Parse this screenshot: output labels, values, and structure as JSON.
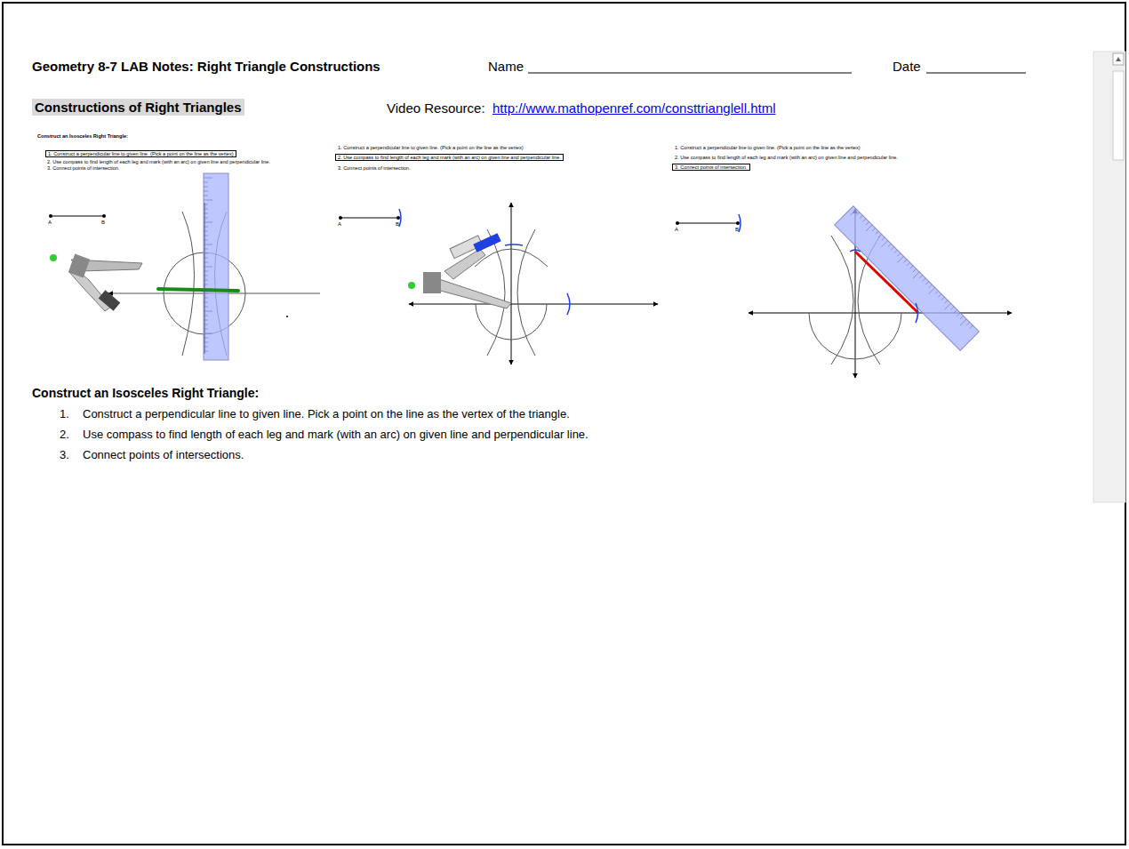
{
  "diagram": {
    "title": "Geometry 8-7 LAB Notes: Right Triangle Constructions",
    "nodes": [
      {
        "text": [
          "Constructions of Right Triangles"
        ]
      },
      {
        "text": [
          "1.  Construct a perpendicular line to given line.  (Pick a point on the line as the vertex)"
        ]
      },
      {
        "text": [
          "2.  Use compass to find length of each leg and mark (with an arc) on given line and perpendicular line."
        ]
      },
      {
        "text": [
          "3.  Connect points of intersection."
        ]
      }
    ],
    "labels": [
      "Name",
      "Date",
      "Video Resource:",
      "http://www.mathopenref.com/consttrianglell.html",
      "Construct an Isosceles Right Triangle:",
      "2.  Use compass to find length of each leg and mark (with an arc) on given line and perpendicular line.",
      "3.  Connect points of intersection.",
      "A",
      "B",
      "1.  Construct a perpendicular line to given line.  (Pick a point on the line as the vertex)",
      "3.  Connect points of intersection.",
      "A",
      "B",
      "1.  Construct a perpendicular line to given line.  (Pick a point on the line as the vertex)",
      "2.  Use compass to find length of each leg and mark (with an arc) on given line and perpendicular line.",
      "A",
      "B",
      "Construct an Isosceles Right Triangle:",
      "1.",
      "Construct a perpendicular line to given line.  Pick a point on the line as the vertex of the triangle.",
      "2.",
      "Use compass to find length of each leg and mark (with an arc) on given line and perpendicular line.",
      "3.",
      "Connect points of intersections."
    ]
  }
}
